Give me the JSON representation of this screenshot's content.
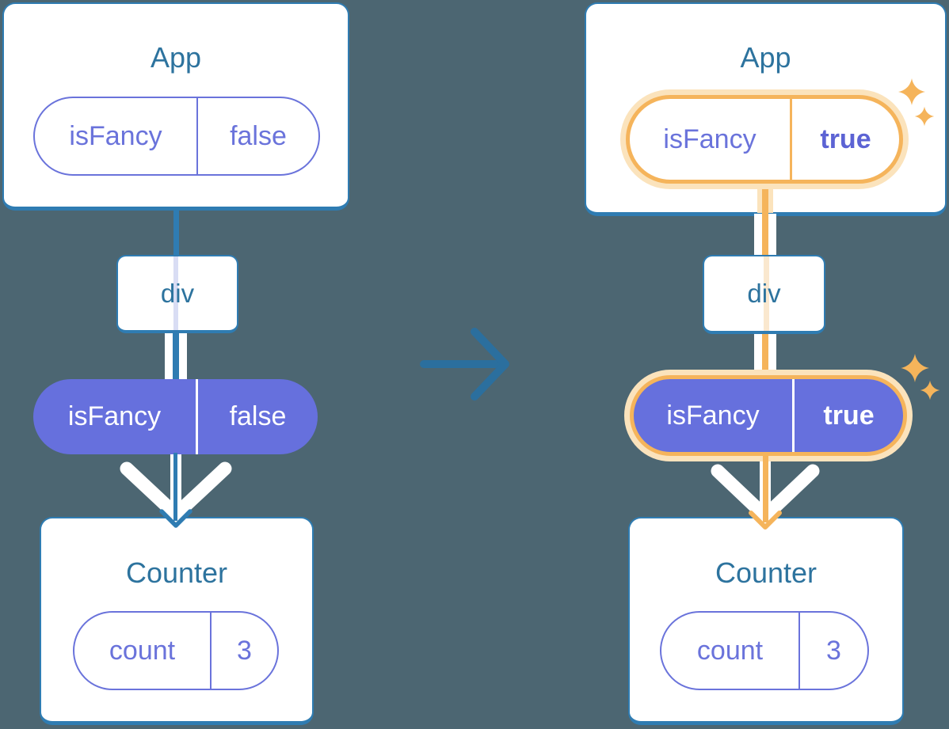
{
  "before": {
    "app_title": "App",
    "app_pill": {
      "name": "isFancy",
      "value": "false"
    },
    "div_label": "div",
    "prop_pill": {
      "name": "isFancy",
      "value": "false"
    },
    "counter_title": "Counter",
    "counter_pill": {
      "name": "count",
      "value": "3"
    }
  },
  "after": {
    "app_title": "App",
    "app_pill": {
      "name": "isFancy",
      "value": "true"
    },
    "div_label": "div",
    "prop_pill": {
      "name": "isFancy",
      "value": "true"
    },
    "counter_title": "Counter",
    "counter_pill": {
      "name": "count",
      "value": "3"
    }
  },
  "icons": {
    "transition": "arrow-right-icon",
    "highlight": "sparkle-icon",
    "flow": "chevron-down-arrow-icon"
  },
  "colors": {
    "background": "#4C6672",
    "card_border": "#2F7CB2",
    "title_text": "#2D739E",
    "purple": "#6A73DB",
    "purple_fill": "#6670DD",
    "pill_text_light": "#FFFFFF",
    "orange": "#F5B45B",
    "orange_pale": "#FBE3BC",
    "pale_orange_line": "#FAE8CF",
    "lavender_line": "#D9DDF4",
    "blue_line": "#2F7CB2",
    "transition_arrow": "#2B6F9E",
    "white": "#FFFFFF"
  }
}
